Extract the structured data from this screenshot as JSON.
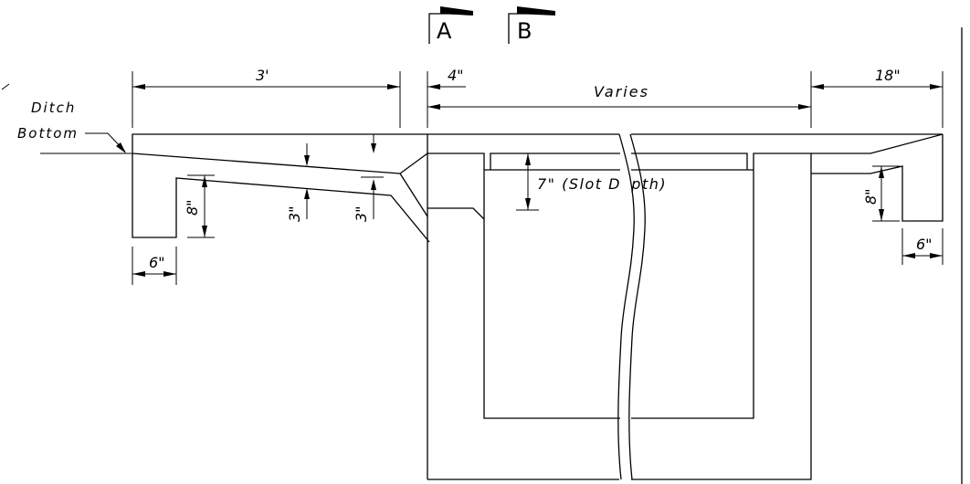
{
  "labels": {
    "section_a": "A",
    "section_b": "B",
    "dim_3ft": "3'",
    "dim_4in": "4\"",
    "dim_varies": "Varies",
    "dim_18in": "18\"",
    "ditch_line1": "Ditch",
    "ditch_line2": "Bottom",
    "dim_8in_left": "8\"",
    "dim_3in_a": "3\"",
    "dim_3in_b": "3\"",
    "slot_depth": "7\" (Slot Depth)",
    "dim_8in_right": "8\"",
    "dim_6in_left": "6\"",
    "dim_6in_right": "6\""
  }
}
